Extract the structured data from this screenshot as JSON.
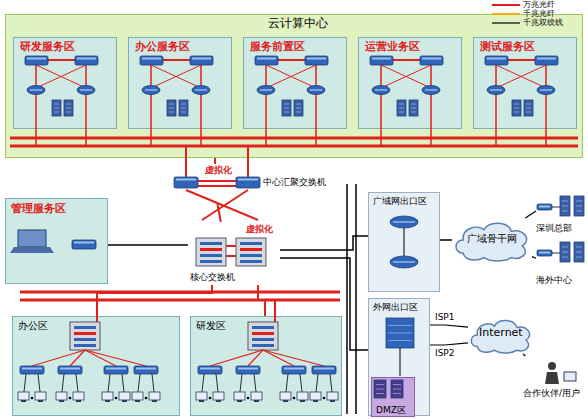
{
  "diagram": {
    "nodes": [
      {
        "text": [
          "云计算中心"
        ]
      },
      {
        "text": [
          "研发服务区"
        ],
        "in": 0
      },
      {
        "text": [
          "办公服务区"
        ],
        "in": 0
      },
      {
        "text": [
          "服务前置区"
        ],
        "in": 0
      },
      {
        "text": [
          "运营业务区"
        ],
        "in": 0
      },
      {
        "text": [
          "测试服务区"
        ],
        "in": 0
      },
      {
        "text": [
          "虚拟化",
          "中心汇聚交换机"
        ]
      },
      {
        "text": [
          "管理服务区"
        ]
      },
      {
        "text": [
          "虚拟化",
          "核心交换机"
        ]
      },
      {
        "text": [
          "广域网出口区"
        ]
      },
      {
        "text": [
          "广域骨干网"
        ]
      },
      {
        "text": [
          "深圳总部"
        ]
      },
      {
        "text": [
          "海外中心"
        ]
      },
      {
        "text": [
          "外网出口区"
        ]
      },
      {
        "text": [
          "Internet"
        ]
      },
      {
        "text": [
          "合作伙伴/用户"
        ]
      },
      {
        "text": [
          "DMZ区"
        ],
        "in": 13
      },
      {
        "text": [
          "办公区"
        ]
      },
      {
        "text": [
          "研发区"
        ]
      }
    ],
    "edges": [
      {
        "from": 6,
        "to": 0,
        "arrow": "none"
      },
      {
        "from": 6,
        "to": 8,
        "arrow": "none"
      },
      {
        "from": 7,
        "to": 8,
        "arrow": "none"
      },
      {
        "from": 8,
        "to": 17,
        "arrow": "none"
      },
      {
        "from": 8,
        "to": 18,
        "arrow": "none"
      },
      {
        "from": 8,
        "to": 9,
        "arrow": "none"
      },
      {
        "from": 8,
        "to": 13,
        "arrow": "none"
      },
      {
        "from": 9,
        "to": 10,
        "arrow": "none"
      },
      {
        "from": 10,
        "to": 11,
        "arrow": "none"
      },
      {
        "from": 10,
        "to": 12,
        "arrow": "none"
      },
      {
        "from": 13,
        "to": 14,
        "label": "ISP1",
        "arrow": "none"
      },
      {
        "from": 13,
        "to": 14,
        "label": "ISP2",
        "arrow": "none"
      },
      {
        "from": 14,
        "to": 15,
        "arrow": "none"
      }
    ],
    "legend": [
      {
        "text": "万兆光纤"
      },
      {
        "text": "千兆光纤"
      },
      {
        "text": "千兆双绞线"
      }
    ]
  }
}
